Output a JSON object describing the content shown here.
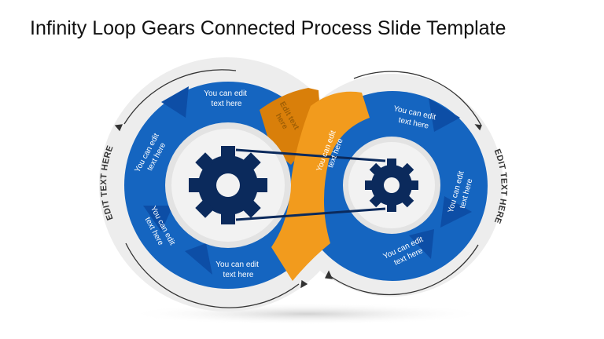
{
  "slide": {
    "title": "Infinity Loop Gears Connected Process Slide Template"
  },
  "left_loop": {
    "arc_label": "EDIT TEXT HERE",
    "segments": [
      {
        "line1": "You can edit",
        "line2": "text here"
      },
      {
        "line1": "You can edit",
        "line2": "text here"
      },
      {
        "line1": "You can edit",
        "line2": "text here"
      },
      {
        "line1": "You can edit",
        "line2": "text here"
      }
    ]
  },
  "right_loop": {
    "arc_label": "EDIT TEXT HERE",
    "segments": [
      {
        "line1": "You can edit",
        "line2": "text here"
      },
      {
        "line1": "You can edit",
        "line2": "text here"
      },
      {
        "line1": "You can edit",
        "line2": "text here"
      }
    ]
  },
  "center_band": {
    "upper": {
      "line1": "Edit text",
      "line2": "here"
    },
    "lower": {
      "line1": "You can edit",
      "line2": "text here"
    }
  },
  "colors": {
    "blue": "#1565c0",
    "blue_dark": "#0d4ea6",
    "orange": "#f29b1d",
    "orange_dark": "#d97f0a",
    "gear": "#0b2a5c",
    "ring": "#eeeeee"
  },
  "icons": {
    "left_gear": "gear-icon",
    "right_gear": "gear-icon",
    "arrows": "circular-arrow-icon"
  }
}
